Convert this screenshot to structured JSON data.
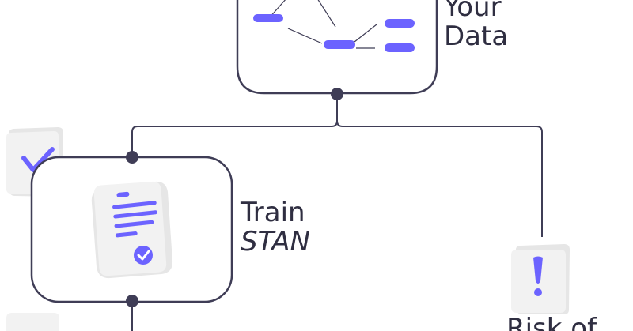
{
  "nodes": {
    "data": {
      "label_line1": "Your",
      "label_line2": "Data"
    },
    "train": {
      "label_line1": "Train",
      "label_line2": "STAN"
    },
    "risk": {
      "label_partial": "Risk of"
    }
  },
  "icons": {
    "data_box": "network-graph-icon",
    "train_box": "document-check-icon",
    "left_top_card": "checkmark-card-icon",
    "right_card": "exclamation-card-icon"
  },
  "colors": {
    "accent": "#6c63ff",
    "line": "#3f3d56",
    "card_fill": "#f2f2f2",
    "card_shadow": "#e6e6e6"
  }
}
